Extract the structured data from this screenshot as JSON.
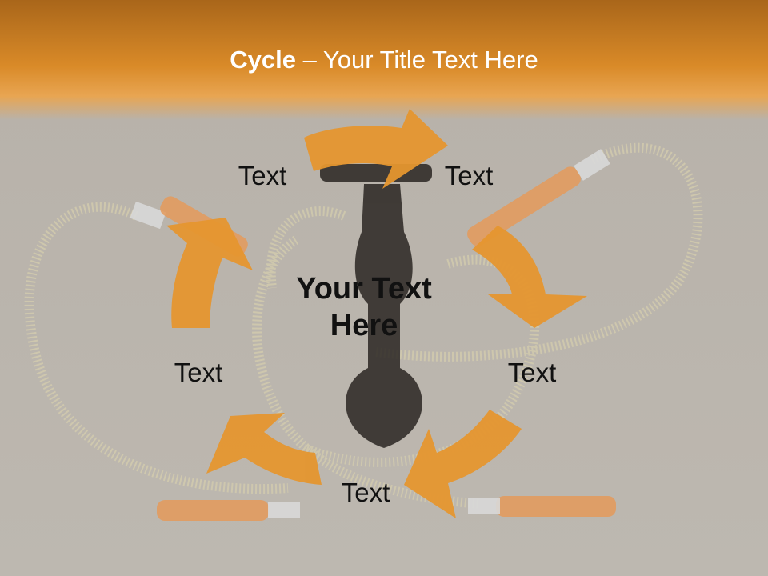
{
  "title": {
    "bold": "Cycle",
    "rest": " – Your Title Text Here"
  },
  "diagram": {
    "type": "cycle",
    "center": "Your Text Here",
    "nodes": [
      "Text",
      "Text",
      "Text",
      "Text",
      "Text"
    ]
  },
  "colors": {
    "header": "#d98a28",
    "arrow": "#e5962f",
    "background": "#b8b3ab"
  }
}
